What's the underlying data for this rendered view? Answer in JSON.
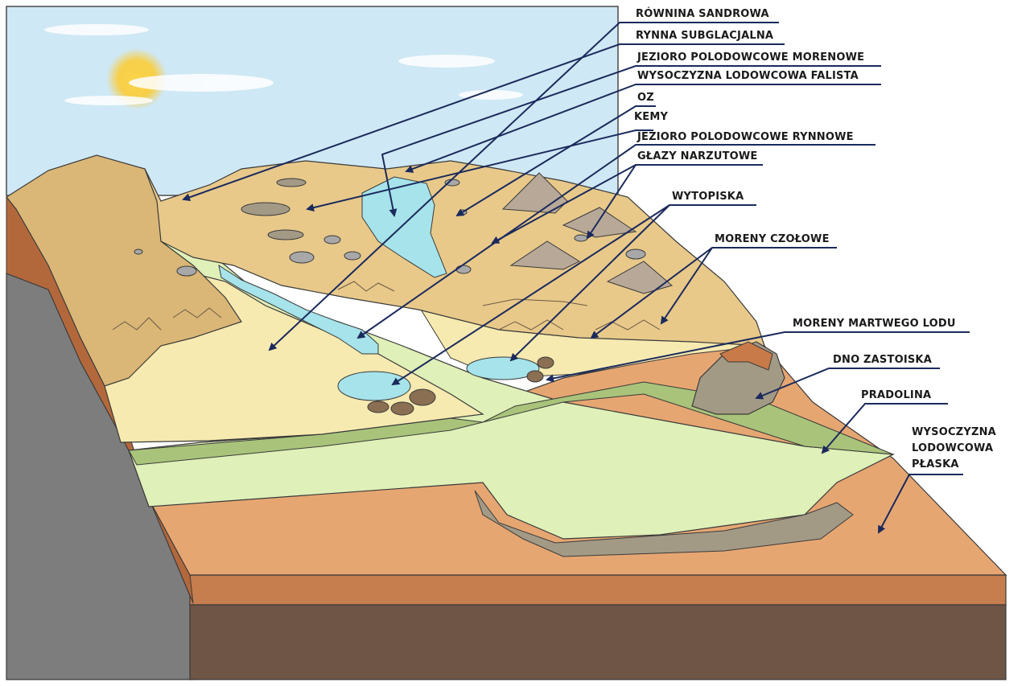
{
  "labels": {
    "rownina_sandrowa": "RÓWNINA SANDROWA",
    "rynna_subglacjalna": "RYNNA SUBGLACJALNA",
    "jezioro_morenowe": "JEZIORO POLODOWCOWE MORENOWE",
    "wysoczyzna_falista": "WYSOCZYZNA LODOWCOWA FALISTA",
    "oz": "OZ",
    "kemy": "KEMY",
    "jezioro_rynnowe": "JEZIORO POLODOWCOWE RYNNOWE",
    "glazy_narzutowe": "GŁAZY NARZUTOWE",
    "wytopiska": "WYTOPISKA",
    "moreny_czolowe": "MORENY CZOŁOWE",
    "moreny_martwego_lodu": "MORENY MARTWEGO LODU",
    "dno_zastoiska": "DNO ZASTOISKA",
    "pradolina": "PRADOLINA",
    "wysoczyzna_plaska_1": "WYSOCZYZNA",
    "wysoczyzna_plaska_2": "LODOWCOWA",
    "wysoczyzna_plaska_3": "PŁASKA"
  },
  "colors": {
    "sky": "#cfe8f5",
    "sun": "#f5c842",
    "upland": "#e8c98a",
    "upland_dark": "#dab777",
    "sandur": "#f7eab0",
    "valley": "#dff0b8",
    "valley_edge": "#a9c47a",
    "lake": "#a6e3ea",
    "flat_upland": "#e6a672",
    "basin": "#a39a86",
    "soil_top": "#c9784a",
    "soil_bottom": "#6b5344",
    "side": "#7a7a7a",
    "arrow": "#1b2a5c"
  }
}
